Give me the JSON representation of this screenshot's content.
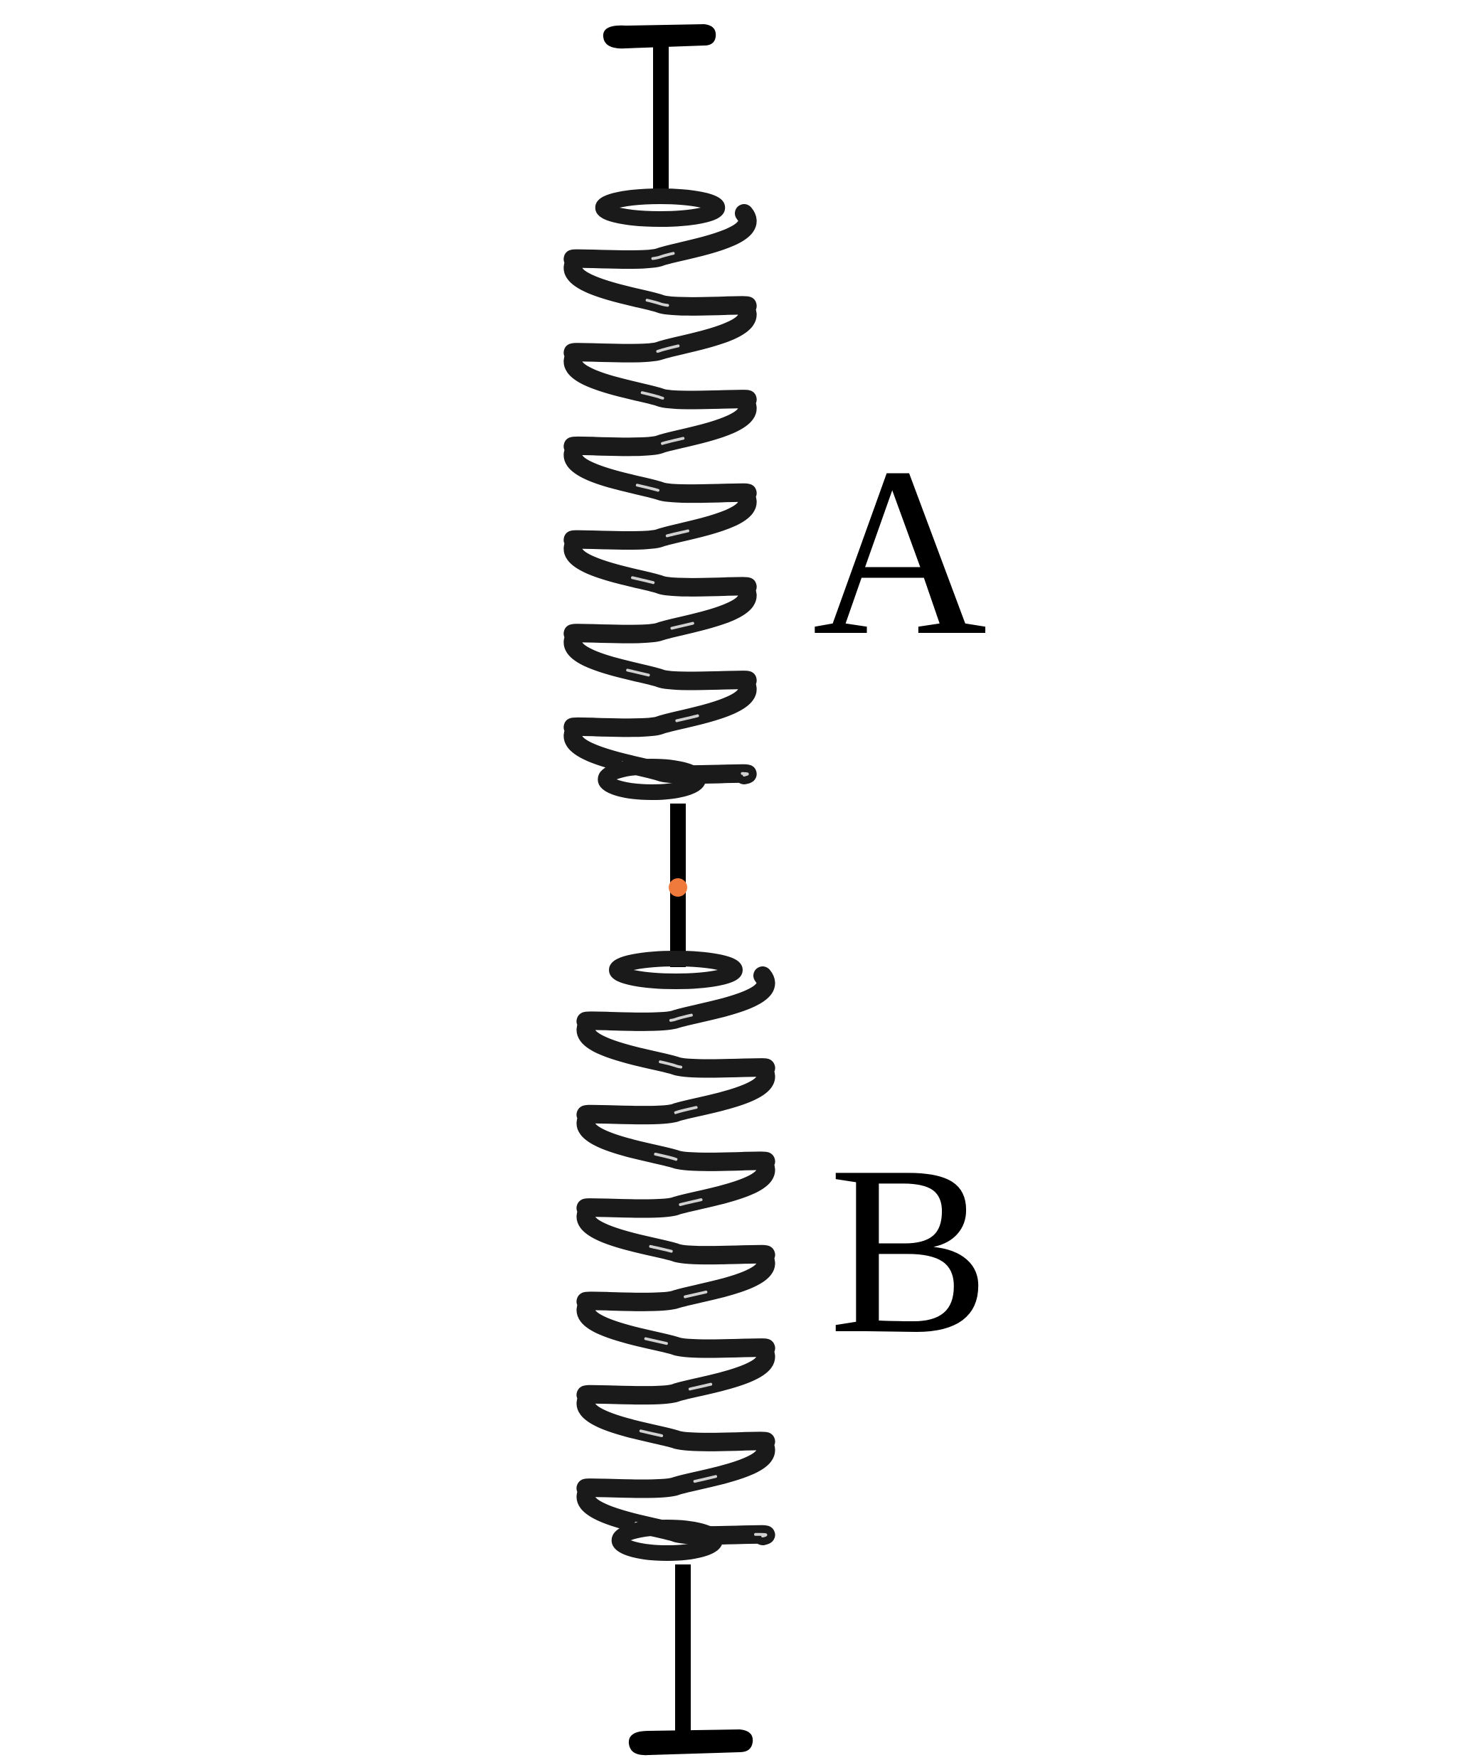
{
  "springs": [
    {
      "id": "A",
      "label": "A",
      "coils": 6
    },
    {
      "id": "B",
      "label": "B",
      "coils": 6
    }
  ],
  "colors": {
    "background": "#ffffff",
    "spring": "#1a1a1a",
    "spring_highlight": "#f2f2f2",
    "rod": "#000000",
    "midpoint": "#f07a3c"
  }
}
